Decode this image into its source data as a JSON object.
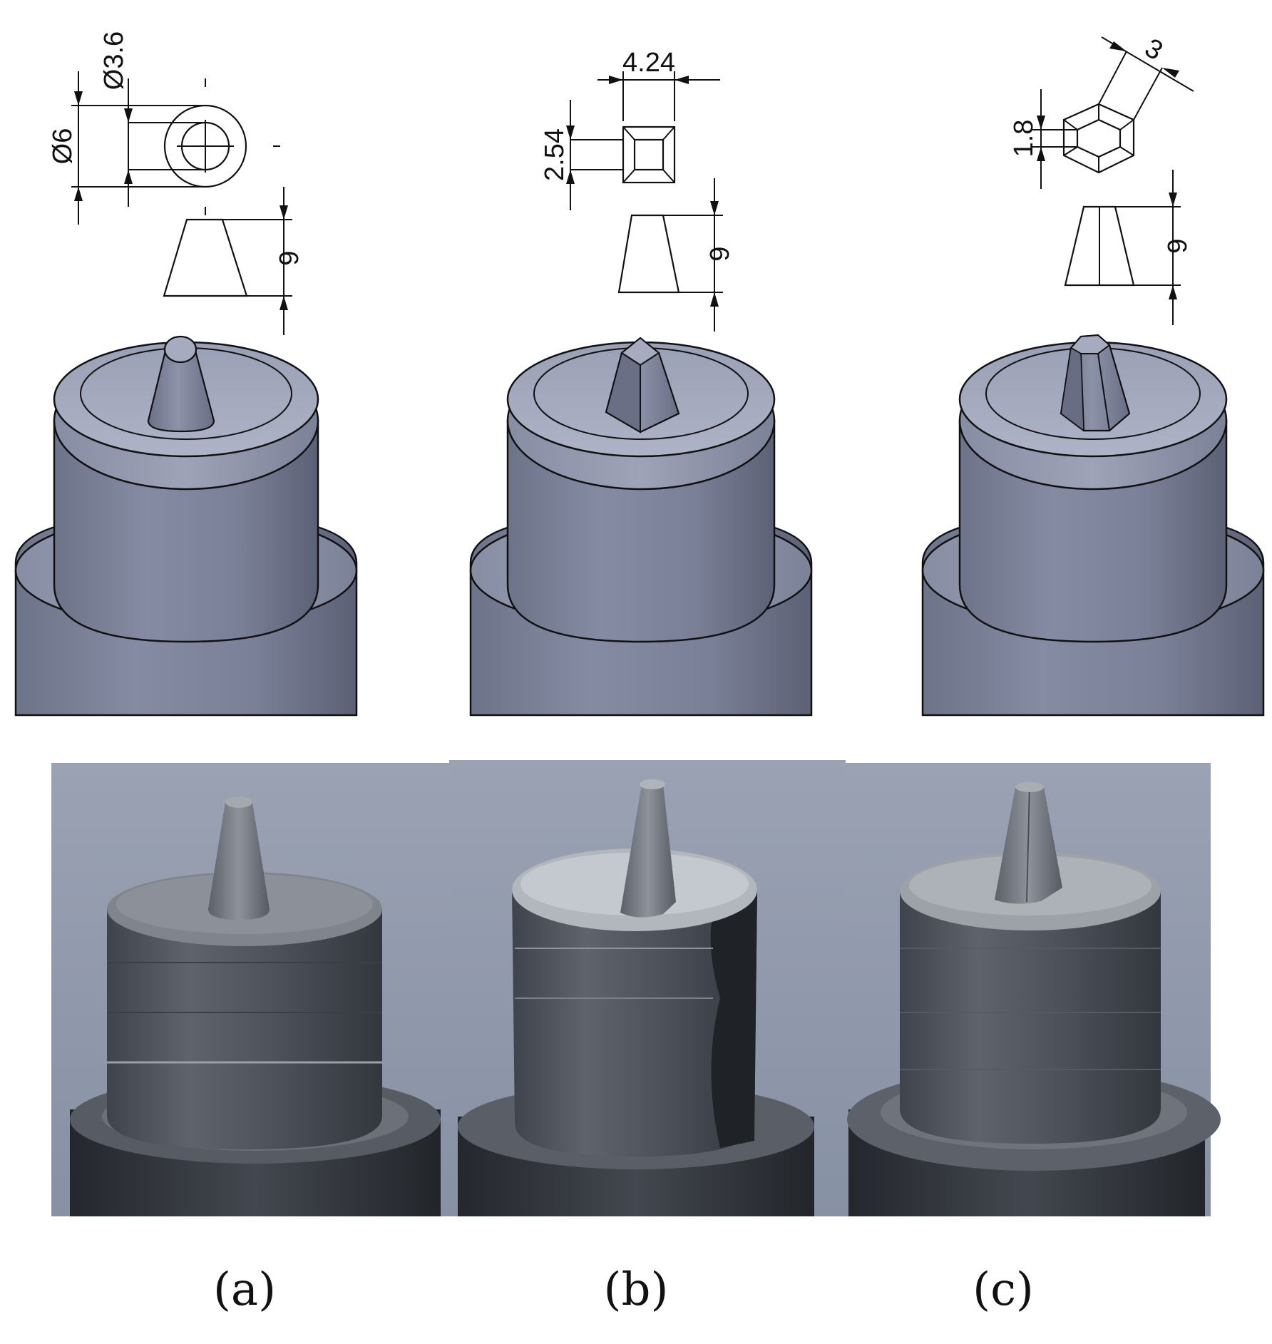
{
  "colors": {
    "cad_body": "#7c8299",
    "cad_body_dark": "#5f6479",
    "cad_top": "#a4a9bd",
    "photo_bg": "#8d96a8",
    "photo_metal": "#6a6f78",
    "photo_dark": "#2c2f35"
  },
  "tools": [
    {
      "id": "a",
      "caption": "(a)",
      "pin_shape": "cone",
      "dims": {
        "outer_diameter": "Ø6",
        "inner_diameter": "Ø3.6",
        "height": "6"
      }
    },
    {
      "id": "b",
      "caption": "(b)",
      "pin_shape": "square-pyramid-frustum",
      "dims": {
        "width_top": "4.24",
        "side": "2.54",
        "height": "6"
      }
    },
    {
      "id": "c",
      "caption": "(c)",
      "pin_shape": "hexagonal-pyramid-frustum",
      "dims": {
        "width_flat": "3",
        "side": "1.8",
        "height": "6"
      }
    }
  ]
}
